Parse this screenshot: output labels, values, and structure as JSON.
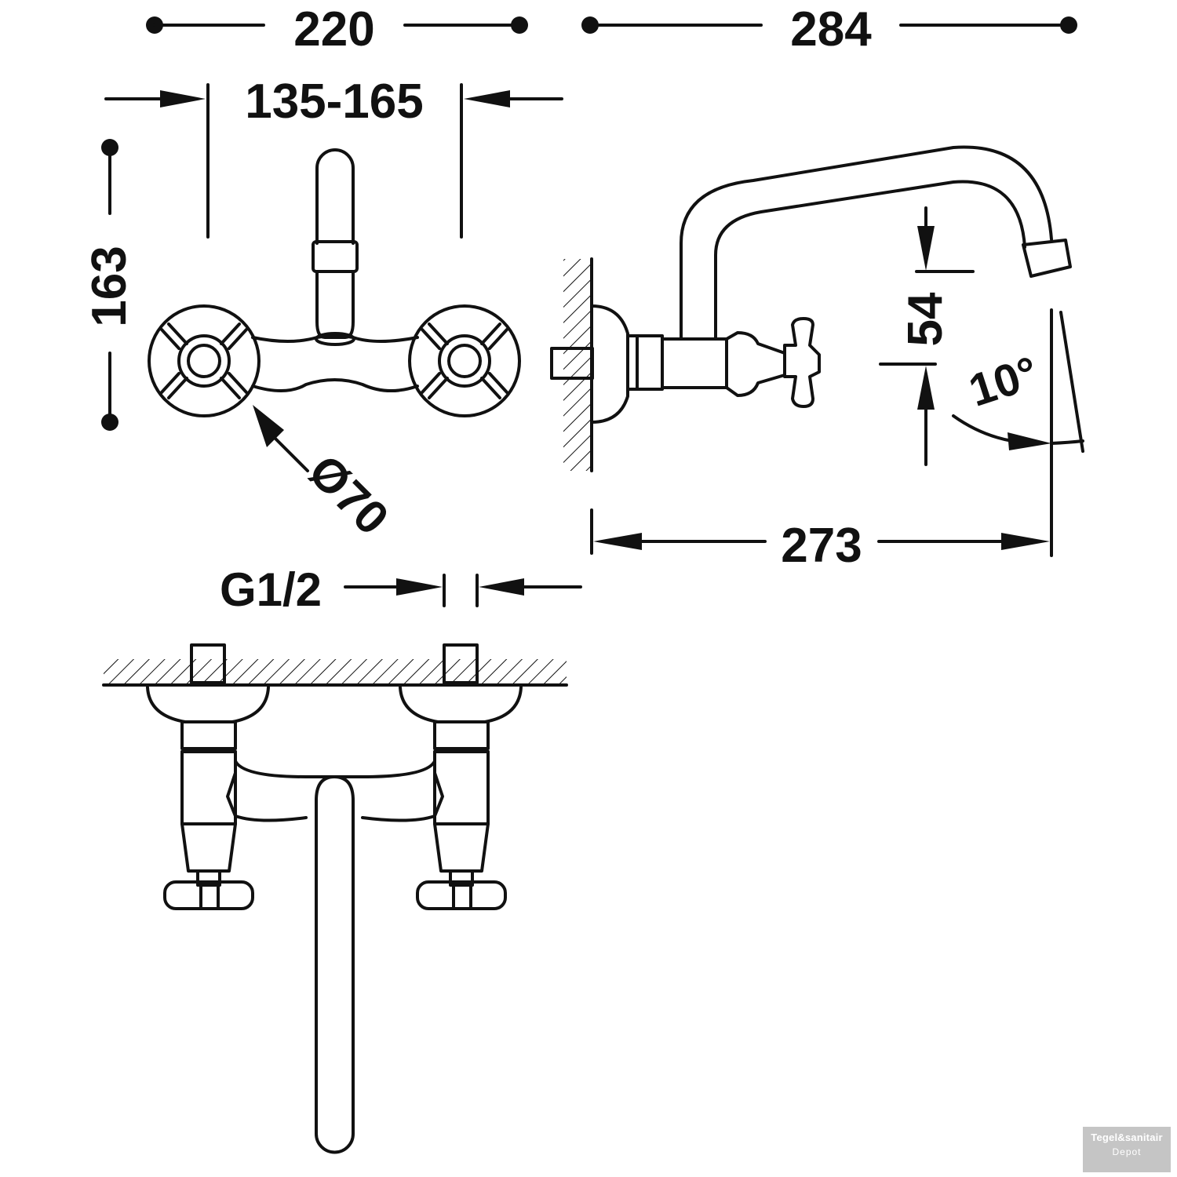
{
  "dimensions": {
    "overall_width": "220",
    "projection_total": "284",
    "connection_centers": "135-165",
    "height": "163",
    "rosette_diameter": "Ø70",
    "spout_clearance": "54",
    "spout_angle": "10°",
    "spout_reach": "273",
    "thread": "G1/2"
  },
  "watermark": {
    "brand_line1": "Tegel&sanitair",
    "brand_line2": "Depot"
  }
}
